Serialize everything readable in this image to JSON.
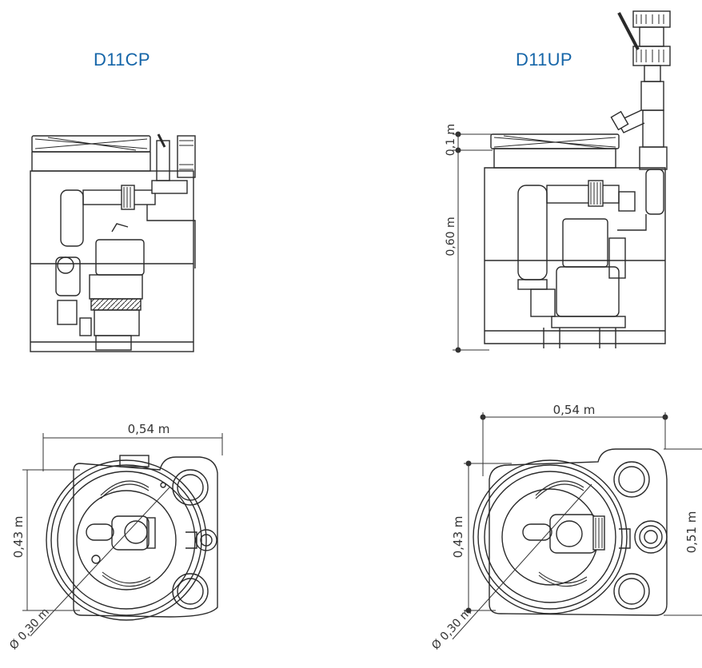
{
  "models": [
    {
      "id": "d11cp",
      "title": "D11CP",
      "dimensions": {
        "width": "0,54 m",
        "depth": "0,43 m",
        "diameter": "Ø 0,30 m"
      }
    },
    {
      "id": "d11up",
      "title": "D11UP",
      "dimensions": {
        "lid_height": "0,1 m",
        "height": "0,60 m",
        "width": "0,54 m",
        "depth": "0,43 m",
        "total_depth": "0,51 m",
        "diameter": "Ø 0,30 m"
      }
    }
  ],
  "colors": {
    "title": "#1565a8",
    "line": "#2a2a2a"
  }
}
